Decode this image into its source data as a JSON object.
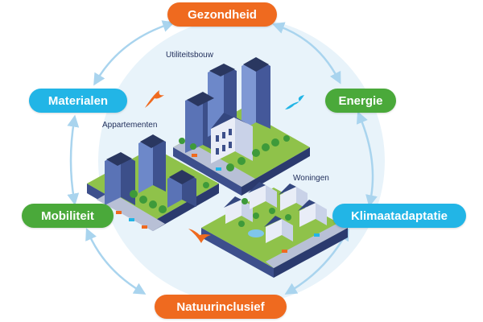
{
  "themes": {
    "gezondheid": "Gezondheid",
    "energie": "Energie",
    "klimaatadaptatie": "Klimaatadaptatie",
    "natuurinclusief": "Natuurinclusief",
    "mobiliteit": "Mobiliteit",
    "materialen": "Materialen"
  },
  "areas": {
    "utiliteitsbouw": "Utiliteitsbouw",
    "appartementen": "Appartementen",
    "woningen": "Woningen"
  },
  "colors": {
    "orange": "#ef6a1f",
    "cyan": "#22b5e6",
    "green": "#4aa93a",
    "circle": "#e8f3fa",
    "arrow": "#a9d4ee",
    "navy": "#1f2d5a"
  },
  "icons": [
    "bird-icon",
    "tree-icon",
    "car-icon",
    "solar-panel-icon"
  ]
}
